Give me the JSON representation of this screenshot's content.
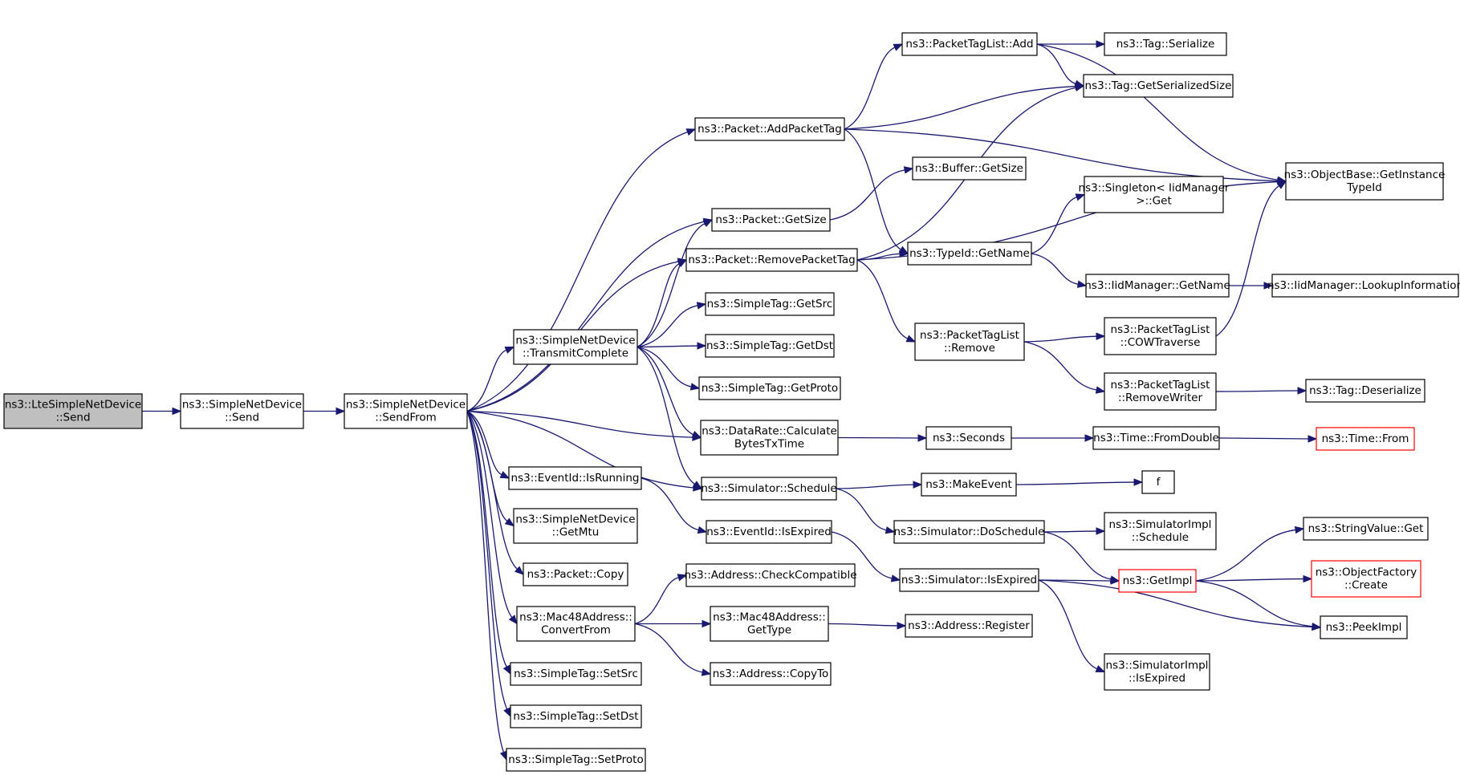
{
  "nodes": [
    {
      "id": "lte_send",
      "lines": [
        "ns3::LteSimpleNetDevice",
        "::Send"
      ],
      "root": true
    },
    {
      "id": "snd_send",
      "lines": [
        "ns3::SimpleNetDevice",
        "::Send"
      ]
    },
    {
      "id": "snd_sendfrom",
      "lines": [
        "ns3::SimpleNetDevice",
        "::SendFrom"
      ]
    },
    {
      "id": "packet_addpackettag",
      "lines": [
        "ns3::Packet::AddPacketTag"
      ]
    },
    {
      "id": "packet_getsize",
      "lines": [
        "ns3::Packet::GetSize"
      ]
    },
    {
      "id": "packet_removepackettag",
      "lines": [
        "ns3::Packet::RemovePacketTag"
      ]
    },
    {
      "id": "snd_transmitcomplete",
      "lines": [
        "ns3::SimpleNetDevice",
        "::TransmitComplete"
      ]
    },
    {
      "id": "datarate_calc",
      "lines": [
        "ns3::DataRate::Calculate",
        "BytesTxTime"
      ]
    },
    {
      "id": "eventid_isrunning",
      "lines": [
        "ns3::EventId::IsRunning"
      ]
    },
    {
      "id": "simulator_schedule",
      "lines": [
        "ns3::Simulator::Schedule"
      ]
    },
    {
      "id": "snd_getmtu",
      "lines": [
        "ns3::SimpleNetDevice",
        "::GetMtu"
      ]
    },
    {
      "id": "packet_copy",
      "lines": [
        "ns3::Packet::Copy"
      ]
    },
    {
      "id": "mac48_convertfrom",
      "lines": [
        "ns3::Mac48Address::",
        "ConvertFrom"
      ]
    },
    {
      "id": "simpletag_setsrc",
      "lines": [
        "ns3::SimpleTag::SetSrc"
      ]
    },
    {
      "id": "simpletag_setdst",
      "lines": [
        "ns3::SimpleTag::SetDst"
      ]
    },
    {
      "id": "simpletag_setproto",
      "lines": [
        "ns3::SimpleTag::SetProto"
      ]
    },
    {
      "id": "packettaglist_add",
      "lines": [
        "ns3::PacketTagList::Add"
      ]
    },
    {
      "id": "tag_serialize",
      "lines": [
        "ns3::Tag::Serialize"
      ]
    },
    {
      "id": "tag_getserializedsize",
      "lines": [
        "ns3::Tag::GetSerializedSize"
      ]
    },
    {
      "id": "objectbase_getinstancetypeid",
      "lines": [
        "ns3::ObjectBase::GetInstance",
        "TypeId"
      ]
    },
    {
      "id": "buffer_getsize",
      "lines": [
        "ns3::Buffer::GetSize"
      ]
    },
    {
      "id": "singleton_get",
      "lines": [
        "ns3::Singleton< IidManager",
        ">::Get"
      ]
    },
    {
      "id": "typeid_getname",
      "lines": [
        "ns3::TypeId::GetName"
      ]
    },
    {
      "id": "iidmanager_getname",
      "lines": [
        "ns3::IidManager::GetName"
      ]
    },
    {
      "id": "iidmanager_lookupinformation",
      "lines": [
        "ns3::IidManager::LookupInformation"
      ]
    },
    {
      "id": "simpletag_getsrc",
      "lines": [
        "ns3::SimpleTag::GetSrc"
      ]
    },
    {
      "id": "simpletag_getdst",
      "lines": [
        "ns3::SimpleTag::GetDst"
      ]
    },
    {
      "id": "simpletag_getproto",
      "lines": [
        "ns3::SimpleTag::GetProto"
      ]
    },
    {
      "id": "packettaglist_remove",
      "lines": [
        "ns3::PacketTagList",
        "::Remove"
      ]
    },
    {
      "id": "packettaglist_cowtraverse",
      "lines": [
        "ns3::PacketTagList",
        "::COWTraverse"
      ]
    },
    {
      "id": "packettaglist_removewriter",
      "lines": [
        "ns3::PacketTagList",
        "::RemoveWriter"
      ]
    },
    {
      "id": "tag_deserialize",
      "lines": [
        "ns3::Tag::Deserialize"
      ]
    },
    {
      "id": "seconds",
      "lines": [
        "ns3::Seconds"
      ]
    },
    {
      "id": "time_fromdouble",
      "lines": [
        "ns3::Time::FromDouble"
      ]
    },
    {
      "id": "time_from",
      "lines": [
        "ns3::Time::From"
      ],
      "red": true
    },
    {
      "id": "makeevent",
      "lines": [
        "ns3::MakeEvent"
      ]
    },
    {
      "id": "f",
      "lines": [
        "f"
      ]
    },
    {
      "id": "simulator_doschedule",
      "lines": [
        "ns3::Simulator::DoSchedule"
      ]
    },
    {
      "id": "simulatorimpl_schedule",
      "lines": [
        "ns3::SimulatorImpl",
        "::Schedule"
      ]
    },
    {
      "id": "eventid_isexpired",
      "lines": [
        "ns3::EventId::IsExpired"
      ]
    },
    {
      "id": "simulator_isexpired",
      "lines": [
        "ns3::Simulator::IsExpired"
      ]
    },
    {
      "id": "getimpl",
      "lines": [
        "ns3::GetImpl"
      ],
      "red": true
    },
    {
      "id": "stringvalue_get",
      "lines": [
        "ns3::StringValue::Get"
      ]
    },
    {
      "id": "objectfactory_create",
      "lines": [
        "ns3::ObjectFactory",
        "::Create"
      ],
      "red": true
    },
    {
      "id": "peekimpl",
      "lines": [
        "ns3::PeekImpl"
      ]
    },
    {
      "id": "simulatorimpl_isexpired",
      "lines": [
        "ns3::SimulatorImpl",
        "::IsExpired"
      ]
    },
    {
      "id": "address_checkcompatible",
      "lines": [
        "ns3::Address::CheckCompatible"
      ]
    },
    {
      "id": "mac48_gettype",
      "lines": [
        "ns3::Mac48Address::",
        "GetType"
      ]
    },
    {
      "id": "address_register",
      "lines": [
        "ns3::Address::Register"
      ]
    },
    {
      "id": "address_copyto",
      "lines": [
        "ns3::Address::CopyTo"
      ]
    }
  ],
  "edges": [
    [
      "lte_send",
      "snd_send"
    ],
    [
      "snd_send",
      "snd_sendfrom"
    ],
    [
      "snd_sendfrom",
      "packet_addpackettag"
    ],
    [
      "snd_sendfrom",
      "packet_getsize"
    ],
    [
      "snd_sendfrom",
      "packet_removepackettag"
    ],
    [
      "snd_sendfrom",
      "snd_transmitcomplete"
    ],
    [
      "snd_sendfrom",
      "datarate_calc"
    ],
    [
      "snd_sendfrom",
      "eventid_isrunning"
    ],
    [
      "snd_sendfrom",
      "simulator_schedule"
    ],
    [
      "snd_sendfrom",
      "snd_getmtu"
    ],
    [
      "snd_sendfrom",
      "packet_copy"
    ],
    [
      "snd_sendfrom",
      "mac48_convertfrom"
    ],
    [
      "snd_sendfrom",
      "simpletag_setsrc"
    ],
    [
      "snd_sendfrom",
      "simpletag_setdst"
    ],
    [
      "snd_sendfrom",
      "simpletag_setproto"
    ],
    [
      "packet_addpackettag",
      "packettaglist_add"
    ],
    [
      "packet_addpackettag",
      "tag_getserializedsize"
    ],
    [
      "packet_addpackettag",
      "objectbase_getinstancetypeid"
    ],
    [
      "packet_addpackettag",
      "typeid_getname"
    ],
    [
      "packettaglist_add",
      "tag_serialize"
    ],
    [
      "packettaglist_add",
      "tag_getserializedsize"
    ],
    [
      "packettaglist_add",
      "objectbase_getinstancetypeid"
    ],
    [
      "packet_getsize",
      "buffer_getsize"
    ],
    [
      "packet_removepackettag",
      "tag_getserializedsize"
    ],
    [
      "packet_removepackettag",
      "typeid_getname"
    ],
    [
      "packet_removepackettag",
      "objectbase_getinstancetypeid"
    ],
    [
      "packet_removepackettag",
      "packettaglist_remove"
    ],
    [
      "typeid_getname",
      "singleton_get"
    ],
    [
      "typeid_getname",
      "iidmanager_getname"
    ],
    [
      "iidmanager_getname",
      "iidmanager_lookupinformation"
    ],
    [
      "snd_transmitcomplete",
      "packet_getsize"
    ],
    [
      "snd_transmitcomplete",
      "packet_removepackettag"
    ],
    [
      "snd_transmitcomplete",
      "simpletag_getsrc"
    ],
    [
      "snd_transmitcomplete",
      "simpletag_getdst"
    ],
    [
      "snd_transmitcomplete",
      "simpletag_getproto"
    ],
    [
      "snd_transmitcomplete",
      "datarate_calc"
    ],
    [
      "snd_transmitcomplete",
      "simulator_schedule"
    ],
    [
      "packettaglist_remove",
      "packettaglist_cowtraverse"
    ],
    [
      "packettaglist_remove",
      "packettaglist_removewriter"
    ],
    [
      "packettaglist_cowtraverse",
      "objectbase_getinstancetypeid"
    ],
    [
      "packettaglist_removewriter",
      "tag_deserialize"
    ],
    [
      "datarate_calc",
      "seconds"
    ],
    [
      "seconds",
      "time_fromdouble"
    ],
    [
      "time_fromdouble",
      "time_from"
    ],
    [
      "simulator_schedule",
      "makeevent"
    ],
    [
      "simulator_schedule",
      "simulator_doschedule"
    ],
    [
      "makeevent",
      "f"
    ],
    [
      "simulator_doschedule",
      "simulatorimpl_schedule"
    ],
    [
      "simulator_doschedule",
      "getimpl"
    ],
    [
      "eventid_isrunning",
      "eventid_isexpired"
    ],
    [
      "eventid_isexpired",
      "simulator_isexpired"
    ],
    [
      "simulator_isexpired",
      "getimpl"
    ],
    [
      "simulator_isexpired",
      "peekimpl"
    ],
    [
      "simulator_isexpired",
      "simulatorimpl_isexpired"
    ],
    [
      "getimpl",
      "stringvalue_get"
    ],
    [
      "getimpl",
      "objectfactory_create"
    ],
    [
      "getimpl",
      "peekimpl"
    ],
    [
      "mac48_convertfrom",
      "address_checkcompatible"
    ],
    [
      "mac48_convertfrom",
      "mac48_gettype"
    ],
    [
      "mac48_convertfrom",
      "address_copyto"
    ],
    [
      "mac48_gettype",
      "address_register"
    ]
  ],
  "colors": {
    "edge": "#191970",
    "root_fill": "#bfbfbf",
    "node_border": "#000000",
    "truncated_border": "#ff0000"
  }
}
